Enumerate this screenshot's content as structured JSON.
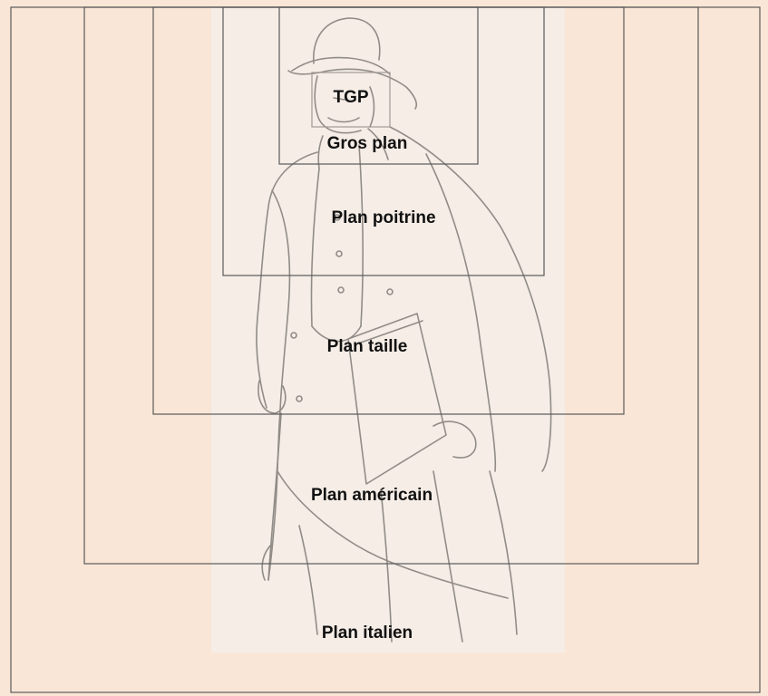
{
  "diagram": {
    "title": "",
    "colors": {
      "background": "#f9e6d6",
      "illustration_panel": "#f5ede6",
      "frame_line": "#5a5a5a",
      "sketch_line": "#7a7470",
      "label": "#111111"
    },
    "shot_labels": {
      "tgp": "TGP",
      "gros_plan": "Gros plan",
      "plan_poitrine": "Plan poitrine",
      "plan_taille": "Plan taille",
      "plan_americain": "Plan américain",
      "plan_italien": "Plan italien"
    },
    "illustration": "pencil-sketch-man-with-bowler-hat-and-overcoat"
  }
}
